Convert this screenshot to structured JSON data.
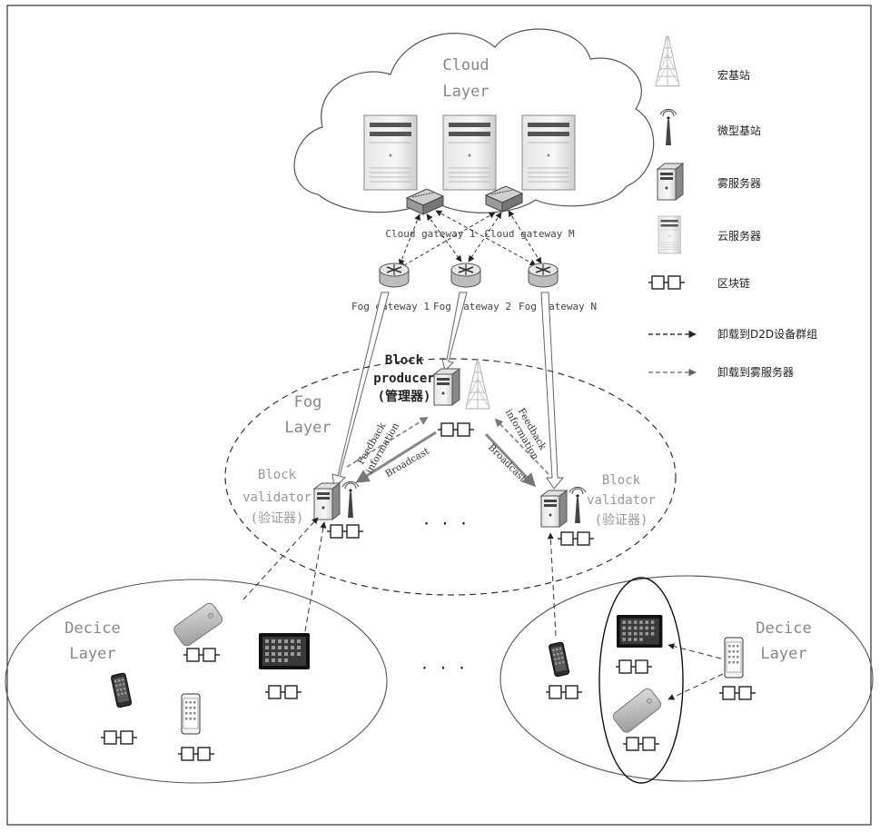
{
  "layers": {
    "cloud": [
      "Cloud",
      "Layer"
    ],
    "fog": [
      "Fog",
      "Layer"
    ],
    "device_left": [
      "Decice",
      "Layer"
    ],
    "device_right": [
      "Decice",
      "Layer"
    ]
  },
  "gateways": {
    "cloud_1": "Cloud gateway 1",
    "cloud_m": "Cloud gateway M",
    "fog_1": "Fog gateway 1",
    "fog_2": "Fog gateway 2",
    "fog_n": "Fog gateway N"
  },
  "roles": {
    "producer": [
      "Block",
      "producer",
      "(管理器)"
    ],
    "validator_left": [
      "Block",
      "validator",
      "(验证器)"
    ],
    "validator_right": [
      "Block",
      "validator",
      "(验证器)"
    ]
  },
  "arrows": {
    "feedback": [
      "Feedback",
      "information"
    ],
    "broadcast": "Broadcast"
  },
  "ellipsis": "· · ·",
  "legend": {
    "macro_station": "宏基站",
    "micro_station": "微型基站",
    "fog_server": "雾服务器",
    "cloud_server": "云服务器",
    "blockchain": "区块链",
    "offload_d2d": "卸载到D2D设备群组",
    "offload_fog": "卸载到雾服务器"
  }
}
